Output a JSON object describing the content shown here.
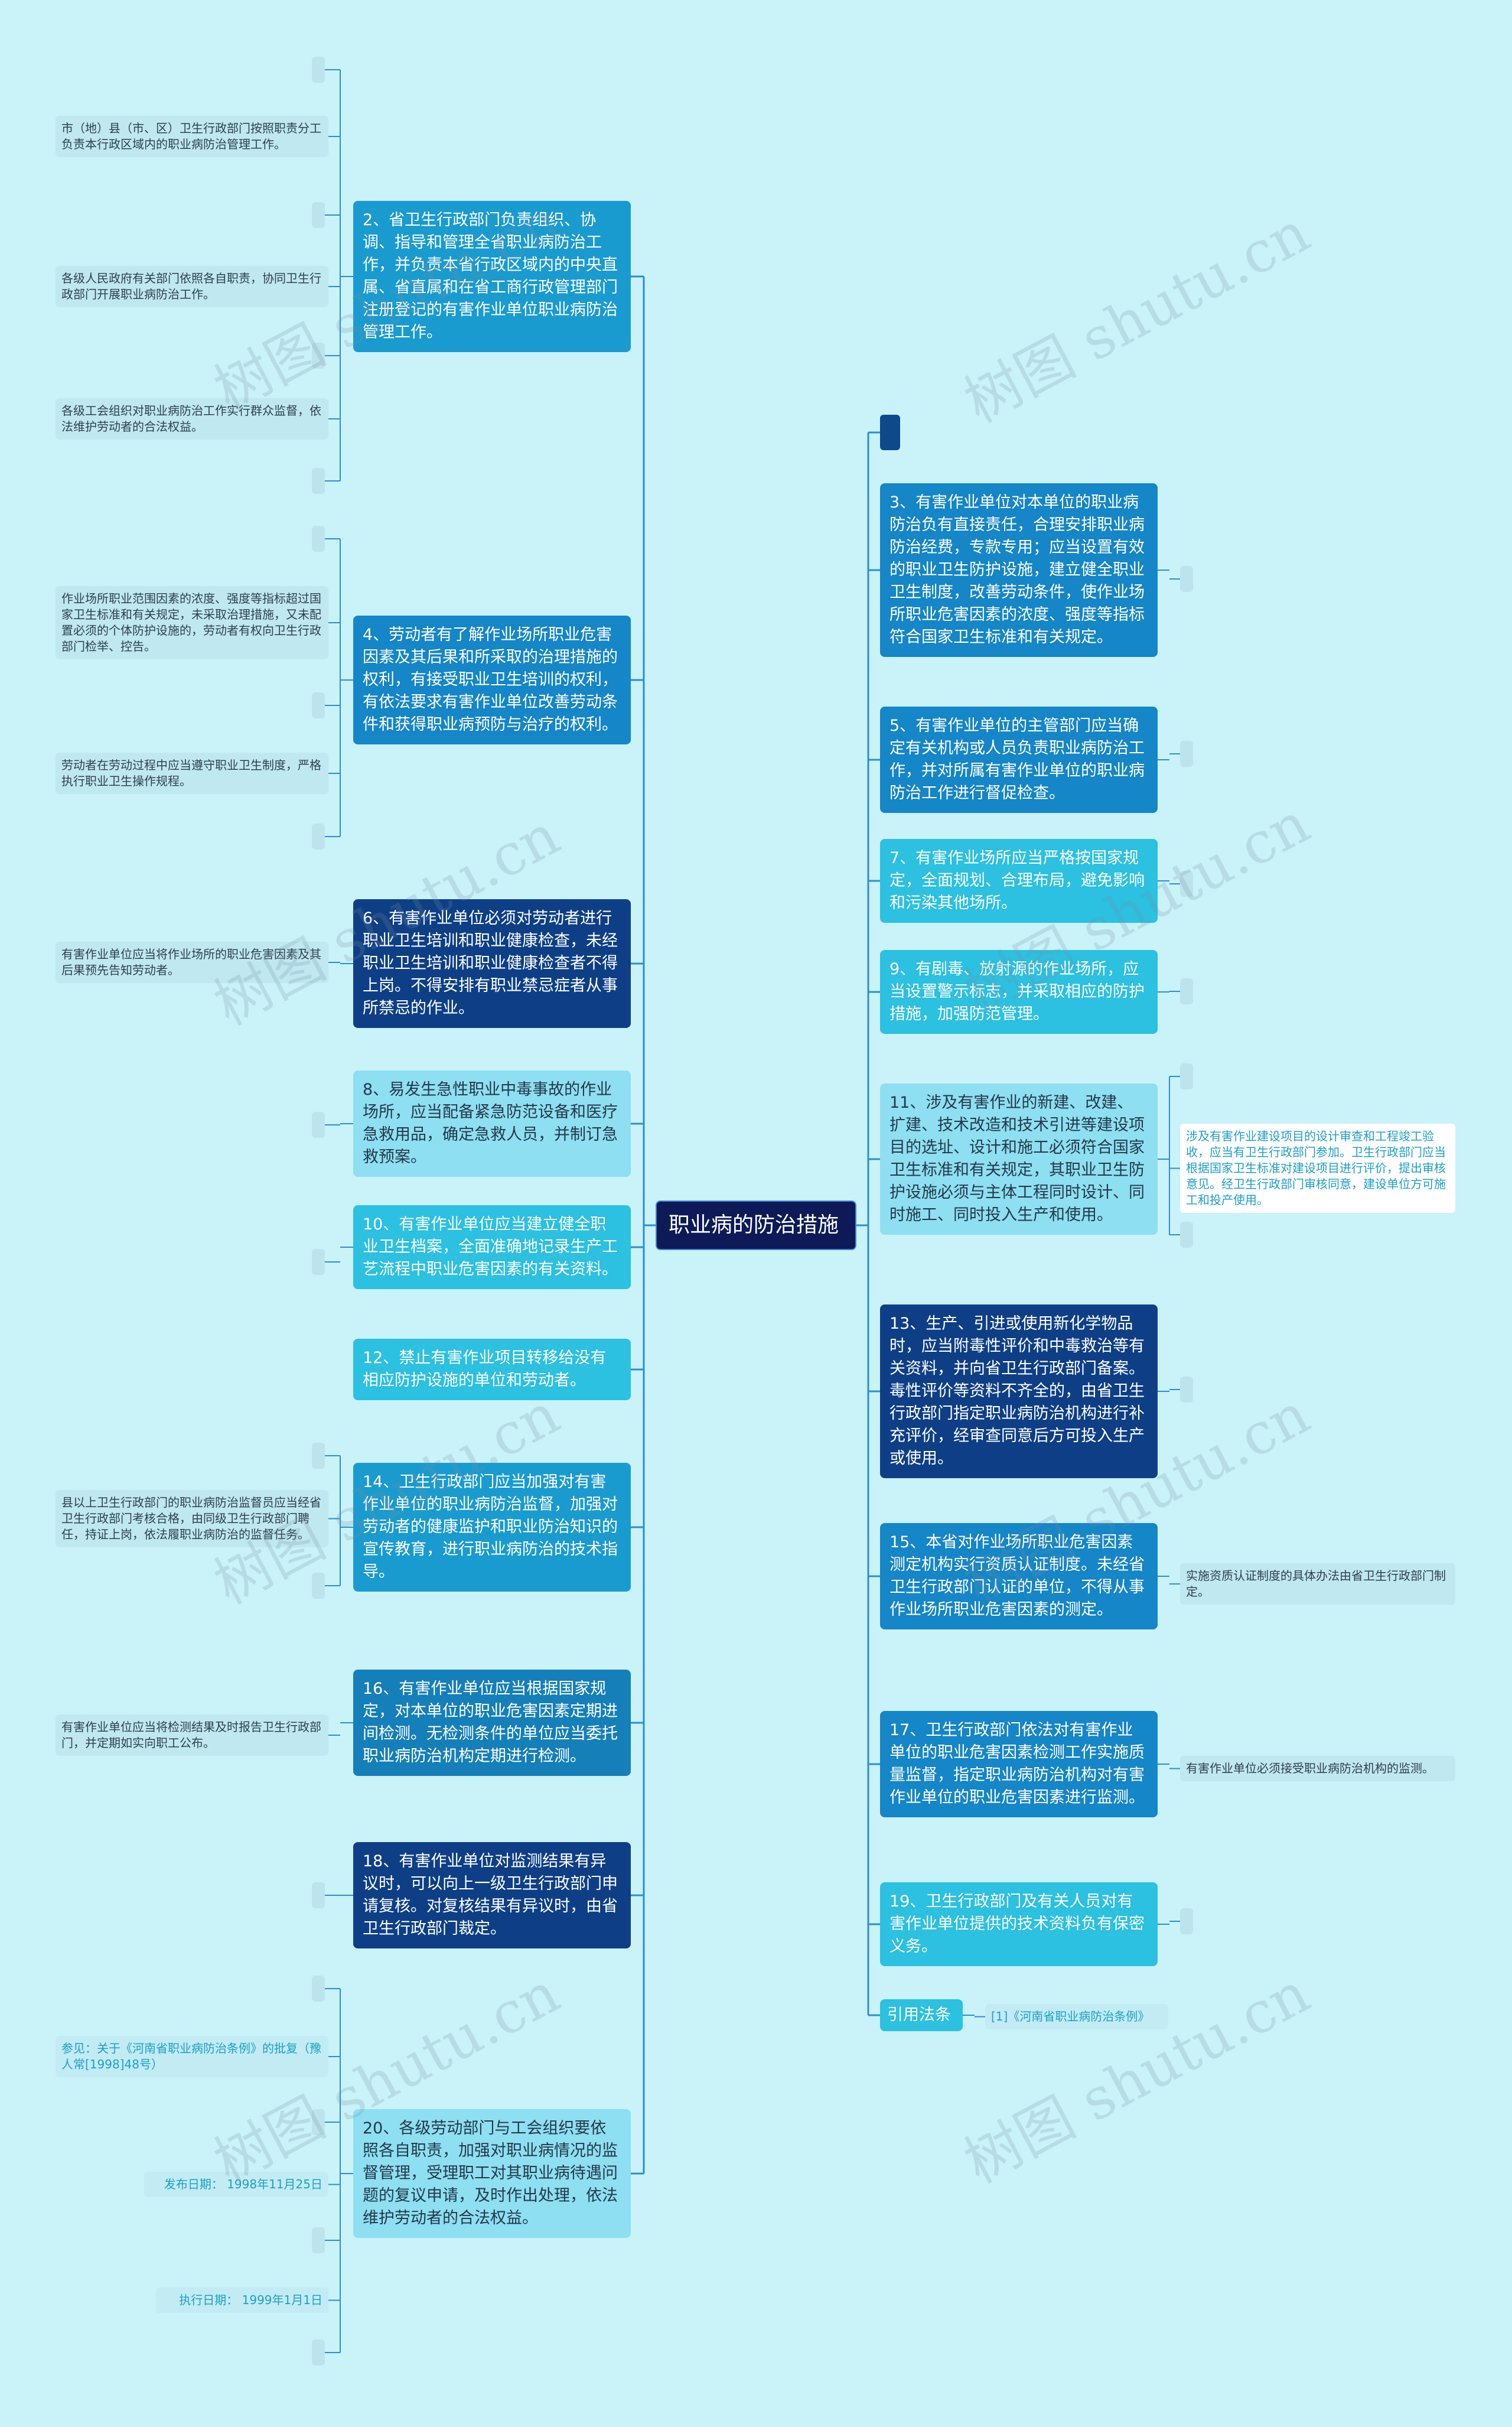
{
  "root": "职业病的防治措施",
  "left": [
    {
      "text": "2、省卫生行政部门负责组织、协调、指导和管理全省职业病防治工作，并负责本省行政区域内的中央直属、省直属和在省工商行政管理部门注册登记的有害作业单位职业病防治管理工作。",
      "leaves": [
        "市（地）县（市、区）卫生行政部门按照职责分工负责本行政区域内的职业病防治管理工作。",
        "各级人民政府有关部门依照各自职责，协同卫生行政部门开展职业病防治工作。",
        "各级工会组织对职业病防治工作实行群众监督，依法维护劳动者的合法权益。"
      ]
    },
    {
      "text": "4、劳动者有了解作业场所职业危害因素及其后果和所采取的治理措施的权利，有接受职业卫生培训的权利，有依法要求有害作业单位改善劳动条件和获得职业病预防与治疗的权利。",
      "leaves": [
        "作业场所职业范围因素的浓度、强度等指标超过国家卫生标准和有关规定，未采取治理措施，又未配置必须的个体防护设施的，劳动者有权向卫生行政部门检举、控告。",
        "劳动者在劳动过程中应当遵守职业卫生制度，严格执行职业卫生操作规程。"
      ]
    },
    {
      "text": "6、有害作业单位必须对劳动者进行职业卫生培训和职业健康检查，未经职业卫生培训和职业健康检查者不得上岗。不得安排有职业禁忌症者从事所禁忌的作业。",
      "leaves": [
        "有害作业单位应当将作业场所的职业危害因素及其后果预先告知劳动者。"
      ]
    },
    {
      "text": "8、易发生急性职业中毒事故的作业场所，应当配备紧急防范设备和医疗急救用品，确定急救人员，并制订急救预案。",
      "leaves": []
    },
    {
      "text": "10、有害作业单位应当建立健全职业卫生档案，全面准确地记录生产工艺流程中职业危害因素的有关资料。",
      "leaves": []
    },
    {
      "text": "12、禁止有害作业项目转移给没有相应防护设施的单位和劳动者。",
      "leaves": []
    },
    {
      "text": "14、卫生行政部门应当加强对有害作业单位的职业病防治监督，加强对劳动者的健康监护和职业防治知识的宣传教育，进行职业病防治的技术指导。",
      "leaves": [
        "县以上卫生行政部门的职业病防治监督员应当经省卫生行政部门考核合格，由同级卫生行政部门聘任，持证上岗，依法履职业病防治的监督任务。"
      ]
    },
    {
      "text": "16、有害作业单位应当根据国家规定，对本单位的职业危害因素定期进间检测。无检测条件的单位应当委托职业病防治机构定期进行检测。",
      "leaves": [
        "有害作业单位应当将检测结果及时报告卫生行政部门，并定期如实向职工公布。"
      ]
    },
    {
      "text": "18、有害作业单位对监测结果有异议时，可以向上一级卫生行政部门申请复核。对复核结果有异议时，由省卫生行政部门裁定。",
      "leaves": []
    },
    {
      "text": "20、各级劳动部门与工会组织要依照各自职责，加强对职业病情况的监督管理，受理职工对其职业病待遇问题的复议申请，及时作出处理，依法维护劳动者的合法权益。",
      "leaves": [
        "参见：关于《河南省职业病防治条例》的批复（豫人常[1998]48号）",
        "发布日期： 1998年11月25日",
        "执行日期： 1999年1月1日"
      ]
    }
  ],
  "right": [
    {
      "text": "3、有害作业单位对本单位的职业病防治负有直接责任，合理安排职业病防治经费，专款专用；应当设置有效的职业卫生防护设施，建立健全职业卫生制度，改善劳动条件，使作业场所职业危害因素的浓度、强度等指标符合国家卫生标准和有关规定。",
      "leaves": []
    },
    {
      "text": "5、有害作业单位的主管部门应当确定有关机构或人员负责职业病防治工作，并对所属有害作业单位的职业病防治工作进行督促检查。",
      "leaves": []
    },
    {
      "text": "7、有害作业场所应当严格按国家规定，全面规划、合理布局，避免影响和污染其他场所。",
      "leaves": []
    },
    {
      "text": "9、有剧毒、放射源的作业场所，应当设置警示标志，并采取相应的防护措施，加强防范管理。",
      "leaves": []
    },
    {
      "text": "11、涉及有害作业的新建、改建、扩建、技术改造和技术引进等建设项目的选址、设计和施工必须符合国家卫生标准和有关规定，其职业卫生防护设施必须与主体工程同时设计、同时施工、同时投入生产和使用。",
      "leaves": [
        "涉及有害作业建设项目的设计审查和工程竣工验收，应当有卫生行政部门参加。卫生行政部门应当根据国家卫生标准对建设项目进行评价，提出审核意见。经卫生行政部门审核同意，建设单位方可施工和投产使用。"
      ]
    },
    {
      "text": "13、生产、引进或使用新化学物品时，应当附毒性评价和中毒救治等有关资料，并向省卫生行政部门备案。毒性评价等资料不齐全的，由省卫生行政部门指定职业病防治机构进行补充评价，经审查同意后方可投入生产或使用。",
      "leaves": []
    },
    {
      "text": "15、本省对作业场所职业危害因素测定机构实行资质认证制度。未经省卫生行政部门认证的单位，不得从事作业场所职业危害因素的测定。",
      "leaves": [
        "实施资质认证制度的具体办法由省卫生行政部门制定。"
      ]
    },
    {
      "text": "17、卫生行政部门依法对有害作业单位的职业危害因素检测工作实施质量监督，指定职业病防治机构对有害作业单位的职业危害因素进行监测。",
      "leaves": [
        "有害作业单位必须接受职业病防治机构的监测。"
      ]
    },
    {
      "text": "19、卫生行政部门及有关人员对有害作业单位提供的技术资料负有保密义务。",
      "leaves": []
    },
    {
      "text": "引用法条",
      "leaves": [
        "[1]《河南省职业病防治条例》"
      ]
    }
  ],
  "watermark": "树图 shutu.cn",
  "colors": {
    "background": "#c9f2f9",
    "root": "#0d1a57",
    "line": "#2b8fd0"
  }
}
